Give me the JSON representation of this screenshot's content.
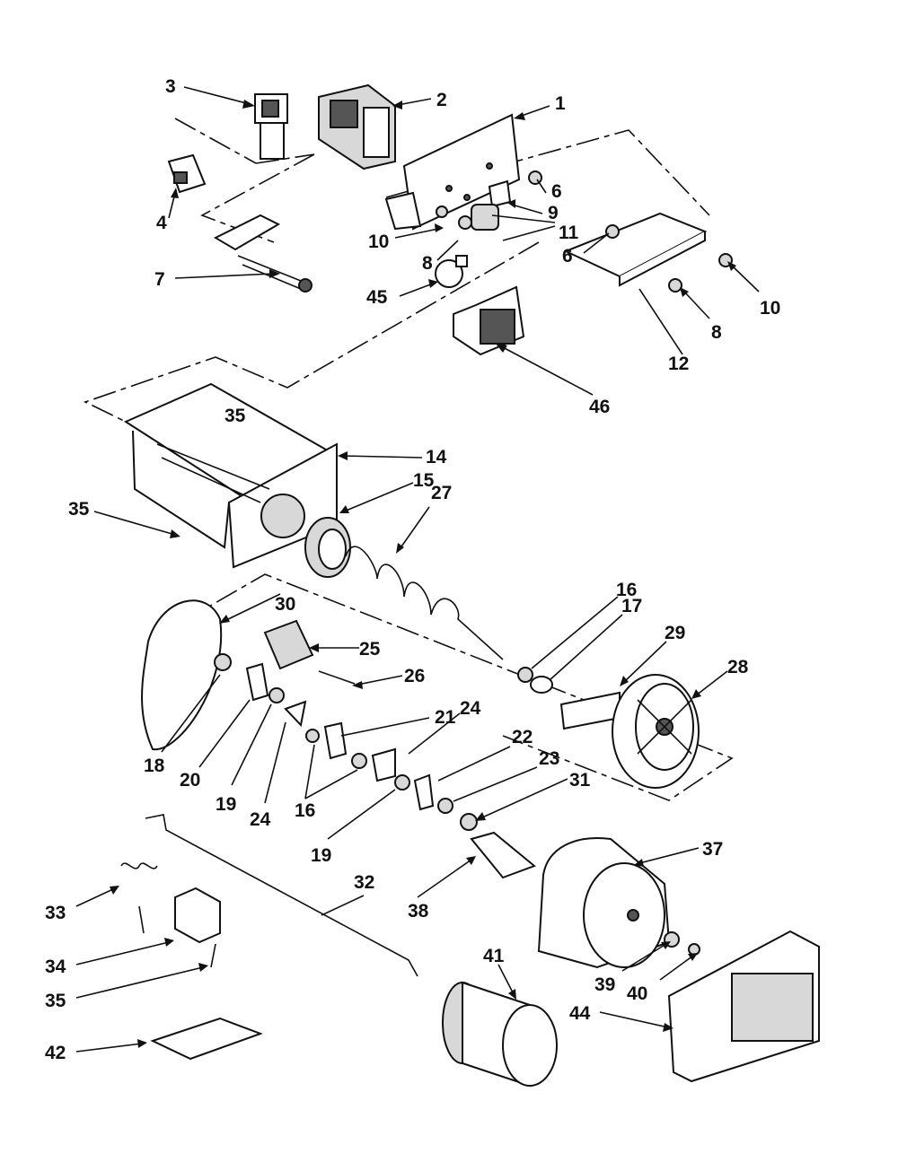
{
  "labels": [
    {
      "id": "1",
      "text": "1"
    },
    {
      "id": "2",
      "text": "2"
    },
    {
      "id": "3",
      "text": "3"
    },
    {
      "id": "4",
      "text": "4"
    },
    {
      "id": "7",
      "text": "7"
    },
    {
      "id": "6a",
      "text": "6"
    },
    {
      "id": "9",
      "text": "9"
    },
    {
      "id": "10a",
      "text": "10"
    },
    {
      "id": "11",
      "text": "11"
    },
    {
      "id": "8a",
      "text": "8"
    },
    {
      "id": "6b",
      "text": "6"
    },
    {
      "id": "45",
      "text": "45"
    },
    {
      "id": "10b",
      "text": "10"
    },
    {
      "id": "8b",
      "text": "8"
    },
    {
      "id": "12",
      "text": "12"
    },
    {
      "id": "46",
      "text": "46"
    },
    {
      "id": "35a",
      "text": "35"
    },
    {
      "id": "14",
      "text": "14"
    },
    {
      "id": "15",
      "text": "15"
    },
    {
      "id": "27",
      "text": "27"
    },
    {
      "id": "35b",
      "text": "35"
    },
    {
      "id": "16a",
      "text": "16"
    },
    {
      "id": "17",
      "text": "17"
    },
    {
      "id": "30",
      "text": "30"
    },
    {
      "id": "25",
      "text": "25"
    },
    {
      "id": "29",
      "text": "29"
    },
    {
      "id": "26",
      "text": "26"
    },
    {
      "id": "28",
      "text": "28"
    },
    {
      "id": "21",
      "text": "21"
    },
    {
      "id": "24a",
      "text": "24"
    },
    {
      "id": "22",
      "text": "22"
    },
    {
      "id": "23",
      "text": "23"
    },
    {
      "id": "18",
      "text": "18"
    },
    {
      "id": "20",
      "text": "20"
    },
    {
      "id": "19a",
      "text": "19"
    },
    {
      "id": "24b",
      "text": "24"
    },
    {
      "id": "16b",
      "text": "16"
    },
    {
      "id": "31",
      "text": "31"
    },
    {
      "id": "19b",
      "text": "19"
    },
    {
      "id": "37",
      "text": "37"
    },
    {
      "id": "32",
      "text": "32"
    },
    {
      "id": "33",
      "text": "33"
    },
    {
      "id": "38",
      "text": "38"
    },
    {
      "id": "34",
      "text": "34"
    },
    {
      "id": "41",
      "text": "41"
    },
    {
      "id": "39",
      "text": "39"
    },
    {
      "id": "40",
      "text": "40"
    },
    {
      "id": "35c",
      "text": "35"
    },
    {
      "id": "44",
      "text": "44"
    },
    {
      "id": "42",
      "text": "42"
    }
  ]
}
